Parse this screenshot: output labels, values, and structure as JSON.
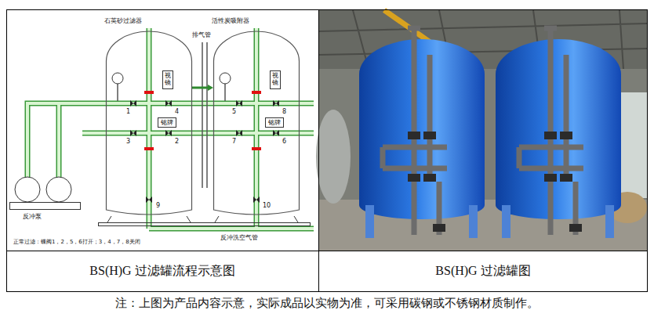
{
  "diagram": {
    "nodes": [
      {
        "text": [
          "石英砂过滤器"
        ]
      },
      {
        "text": [
          "视镜"
        ],
        "in": 0
      },
      {
        "text": [
          "铭牌"
        ],
        "in": 0
      },
      {
        "text": [
          "活性炭吸附器"
        ]
      },
      {
        "text": [
          "视镜"
        ],
        "in": 3
      },
      {
        "text": [
          "铭牌"
        ],
        "in": 3
      },
      {
        "text": [
          "BS(H)G 过滤罐流程示意图"
        ]
      },
      {
        "text": [
          "BS(H)G 过滤罐图"
        ]
      }
    ],
    "edges": [
      {
        "from": 0,
        "to": 3,
        "arrow": "to"
      }
    ],
    "labels": [
      "排气管",
      "1",
      "4",
      "3",
      "2",
      "5",
      "8",
      "7",
      "6",
      "9",
      "10",
      "反冲泵",
      "反冲洗空气管",
      "正常过滤：蝶阀1，2，5，6打开；3，4，7，8关闭",
      "注：上图为产品内容示意，实际成品以实物为准，可采用碳钢或不锈钢材质制作。"
    ]
  }
}
